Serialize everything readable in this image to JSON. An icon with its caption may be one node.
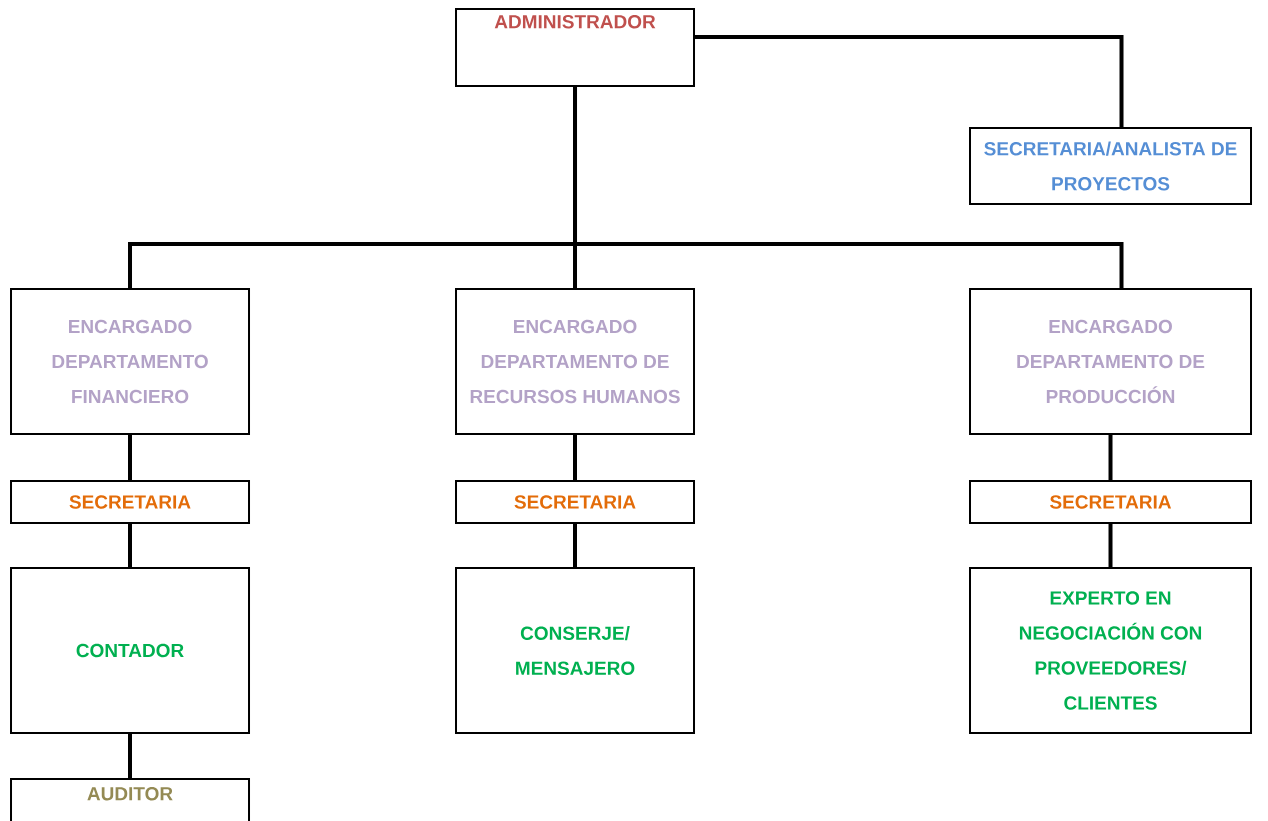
{
  "diagram": {
    "nodes": [
      {
        "text": [
          "ADMINISTRADOR"
        ]
      },
      {
        "text": [
          "SECRETARIA/ANALISTA DE PROYECTOS"
        ]
      },
      {
        "text": [
          "ENCARGADO DEPARTAMENTO FINANCIERO"
        ]
      },
      {
        "text": [
          "ENCARGADO DEPARTAMENTO DE RECURSOS HUMANOS"
        ]
      },
      {
        "text": [
          "ENCARGADO DEPARTAMENTO DE PRODUCCIÓN"
        ]
      },
      {
        "text": [
          "SECRETARIA"
        ]
      },
      {
        "text": [
          "SECRETARIA"
        ]
      },
      {
        "text": [
          "SECRETARIA"
        ]
      },
      {
        "text": [
          "CONTADOR"
        ]
      },
      {
        "text": [
          "CONSERJE/ MENSAJERO"
        ]
      },
      {
        "text": [
          "EXPERTO EN NEGOCIACIÓN CON PROVEEDORES/ CLIENTES"
        ]
      },
      {
        "text": [
          "AUDITOR"
        ]
      }
    ],
    "edges": [
      {
        "from": 0,
        "to": 1,
        "arrow": "none"
      },
      {
        "from": 0,
        "to": 2,
        "arrow": "none"
      },
      {
        "from": 0,
        "to": 3,
        "arrow": "none"
      },
      {
        "from": 0,
        "to": 4,
        "arrow": "none"
      },
      {
        "from": 2,
        "to": 5,
        "arrow": "none"
      },
      {
        "from": 5,
        "to": 8,
        "arrow": "none"
      },
      {
        "from": 8,
        "to": 11,
        "arrow": "none"
      },
      {
        "from": 3,
        "to": 6,
        "arrow": "none"
      },
      {
        "from": 6,
        "to": 9,
        "arrow": "none"
      },
      {
        "from": 4,
        "to": 7,
        "arrow": "none"
      },
      {
        "from": 7,
        "to": 10,
        "arrow": "none"
      }
    ]
  }
}
